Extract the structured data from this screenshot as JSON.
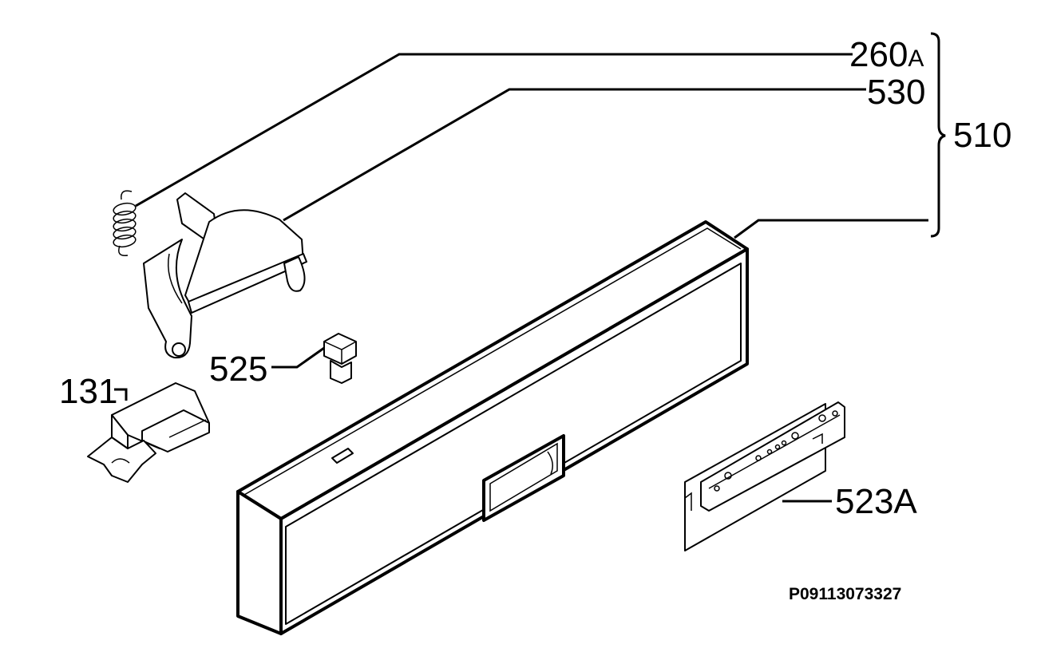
{
  "diagram": {
    "labels": {
      "part_260": "260",
      "part_260_suffix": "A",
      "part_530": "530",
      "part_510": "510",
      "part_525": "525",
      "part_131": "131",
      "part_523": "523A"
    },
    "drawing_code": "P09113073327"
  }
}
